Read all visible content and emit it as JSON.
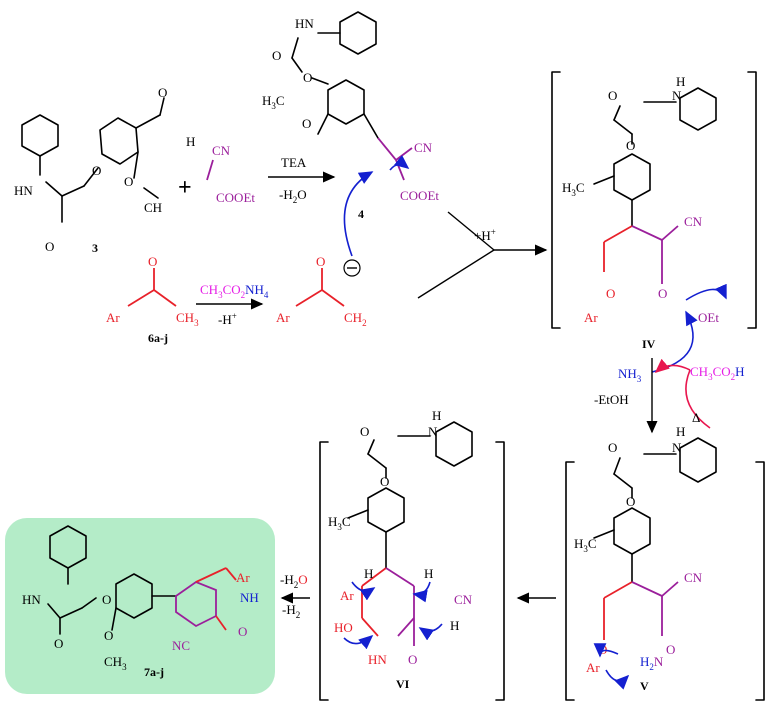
{
  "compounds": {
    "c3": "3",
    "c4": "4",
    "c6": "6a-j",
    "c7": "7a-j",
    "iv": "IV",
    "v": "V",
    "vi": "VI"
  },
  "reagents": {
    "tea": "TEA",
    "minus_h2o_1": "-H",
    "h2o_sub": "2",
    "h2o_o": "O",
    "nh4": "CH",
    "plus_h": "+H",
    "minus_h": "-H",
    "minus_etoh": "-EtOH",
    "delta": "Δ",
    "minus_h2o_2_a": "-H",
    "minus_h2o_2_b": "O",
    "minus_h2": "-H"
  },
  "atoms": {
    "O": "O",
    "H": "H",
    "N": "N",
    "HN": "HN",
    "NH": "NH",
    "CN": "CN",
    "NC": "NC",
    "COOEt": "COOEt",
    "COOEt_4": "COOEt",
    "OEt": "OEt",
    "Ar": "Ar",
    "CH3": "CH",
    "H3C": "H",
    "HO": "HO",
    "NH3": "NH",
    "CH3CO2H": "CH",
    "H2N": "H",
    "CH2": "CH",
    "OCH3": "O",
    "plus": "+"
  }
}
